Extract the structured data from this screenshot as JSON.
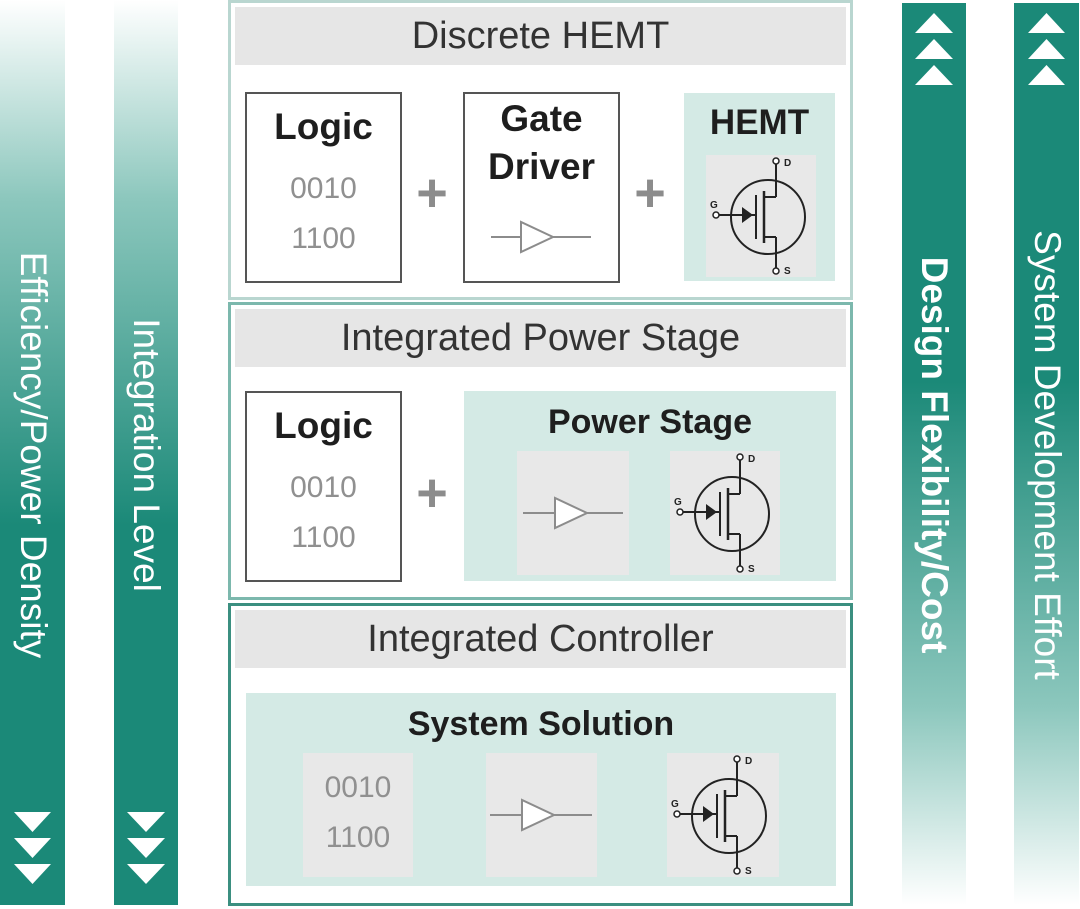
{
  "left_bars": [
    {
      "label": "Efficiency/Power Density",
      "direction": "down"
    },
    {
      "label": "Integration Level",
      "direction": "down"
    }
  ],
  "right_bars": [
    {
      "label": "Design Flexibility/Cost",
      "direction": "up"
    },
    {
      "label": "System Development Effort",
      "direction": "up"
    }
  ],
  "sections": {
    "discrete": {
      "title": "Discrete HEMT",
      "logic": {
        "title": "Logic",
        "line1": "0010",
        "line2": "1100"
      },
      "gate_driver": {
        "line1": "Gate",
        "line2": "Driver"
      },
      "hemt_title": "HEMT"
    },
    "power_stage": {
      "title": "Integrated Power Stage",
      "logic": {
        "title": "Logic",
        "line1": "0010",
        "line2": "1100"
      },
      "panel_title": "Power Stage"
    },
    "controller": {
      "title": "Integrated Controller",
      "panel_title": "System Solution",
      "logic": {
        "line1": "0010",
        "line2": "1100"
      }
    }
  },
  "plus_symbol": "+",
  "transistor_pins": {
    "gate": "G",
    "drain": "D",
    "source": "S"
  },
  "colors": {
    "teal": "#1b8978",
    "panel_teal": "#d4eae5",
    "title_grey": "#e6e6e6"
  }
}
